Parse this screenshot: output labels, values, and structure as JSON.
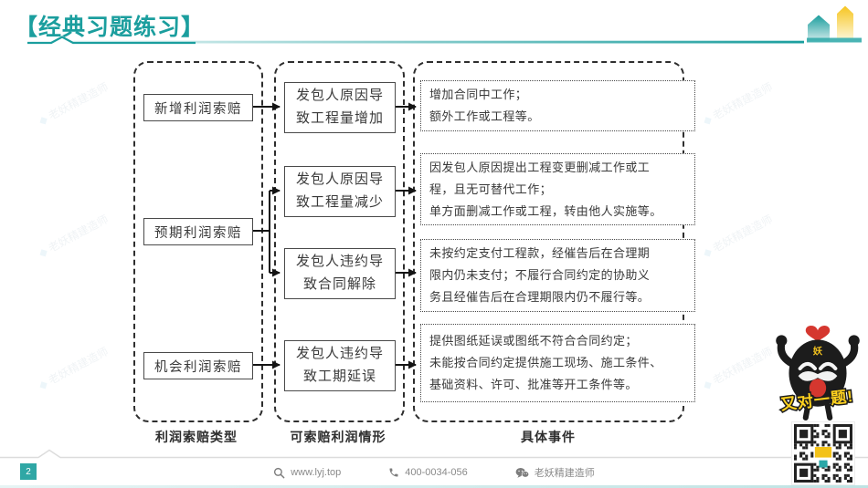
{
  "page": {
    "title": "【经典习题练习】",
    "page_number": "2"
  },
  "diagram": {
    "columns": [
      {
        "label": "利润索赔类型",
        "items": [
          {
            "label": "新增利润索赔"
          },
          {
            "label": "预期利润索赔"
          },
          {
            "label": "机会利润索赔"
          }
        ]
      },
      {
        "label": "可索赔利润情形",
        "items": [
          {
            "label": "发包人原因导\n致工程量增加"
          },
          {
            "label": "发包人原因导\n致工程量减少"
          },
          {
            "label": "发包人违约导\n致合同解除"
          },
          {
            "label": "发包人违约导\n致工期延误"
          }
        ]
      },
      {
        "label": "具体事件",
        "items": [
          {
            "label": "增加合同中工作；\n额外工作或工程等。"
          },
          {
            "label": "因发包人原因提出工程变更删减工作或工\n程，且无可替代工作；\n单方面删减工作或工程，转由他人实施等。"
          },
          {
            "label": "未按约定支付工程款，经催告后在合理期\n限内仍未支付；不履行合同约定的协助义\n务且经催告后在合理期限内仍不履行等。"
          },
          {
            "label": "提供图纸延误或图纸不符合合同约定；\n未能按合同约定提供施工现场、施工条件、\n基础资料、许可、批准等开工条件等。"
          }
        ]
      }
    ]
  },
  "mascot": {
    "head_badge": "妖",
    "caption": "又对一题!"
  },
  "watermark": "老妖精建造师",
  "footer": {
    "website": "www.lyj.top",
    "phone": "400-0034-056",
    "wechat": "老妖精建造师"
  },
  "colors": {
    "accent": "#1b9e9e",
    "yellow": "#f6c51f",
    "heart": "#d5372f"
  }
}
